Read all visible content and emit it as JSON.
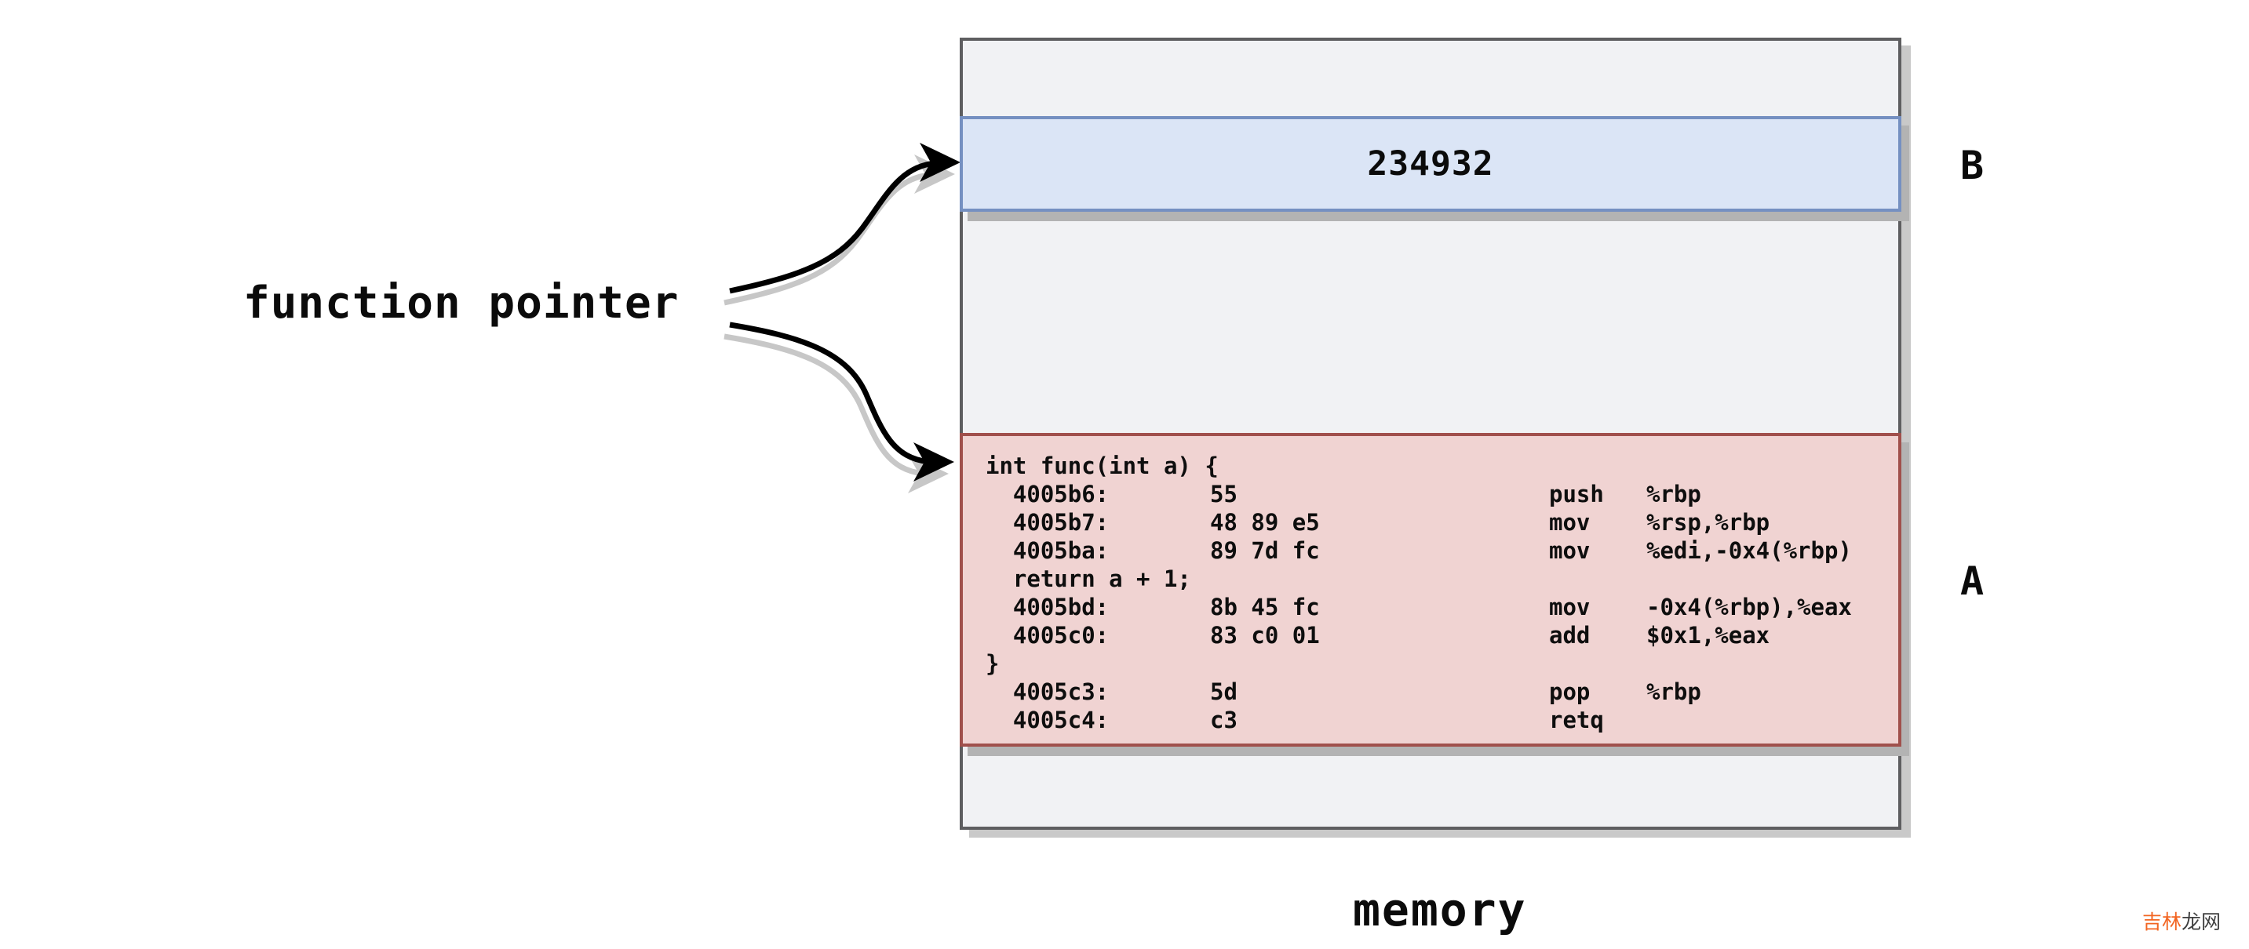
{
  "title_label": "function pointer",
  "memory_label": "memory",
  "region_b": {
    "label": "B",
    "value": "234932"
  },
  "region_a": {
    "label": "A"
  },
  "code": {
    "lines": [
      [
        "int func(int a) {",
        "",
        "",
        ""
      ],
      [
        "  4005b6:",
        "55",
        "push",
        "%rbp"
      ],
      [
        "  4005b7:",
        "48 89 e5",
        "mov",
        "%rsp,%rbp"
      ],
      [
        "  4005ba:",
        "89 7d fc",
        "mov",
        "%edi,-0x4(%rbp)"
      ],
      [
        "  return a + 1;",
        "",
        "",
        ""
      ],
      [
        "  4005bd:",
        "8b 45 fc",
        "mov",
        "-0x4(%rbp),%eax"
      ],
      [
        "  4005c0:",
        "83 c0 01",
        "add",
        "$0x1,%eax"
      ],
      [
        "}",
        "",
        "",
        ""
      ],
      [
        "  4005c3:",
        "5d",
        "pop",
        "%rbp"
      ],
      [
        "  4005c4:",
        "c3",
        "retq",
        ""
      ]
    ]
  },
  "watermark": {
    "part1": "吉林",
    "part2": "龙网"
  },
  "colors": {
    "block_fill": "#f1f2f4",
    "block_border": "#5e5e60",
    "blue_fill": "#dbe5f6",
    "blue_border": "#7590c1",
    "red_fill": "#f0d3d2",
    "red_border": "#a0504c",
    "box_shadow": "#b3b3b3",
    "outer_shadow": "#c9c9c9",
    "arrow_black": "#000000",
    "arrow_shadow": "#c7c7c7",
    "watermark_orange": "#f26522"
  }
}
